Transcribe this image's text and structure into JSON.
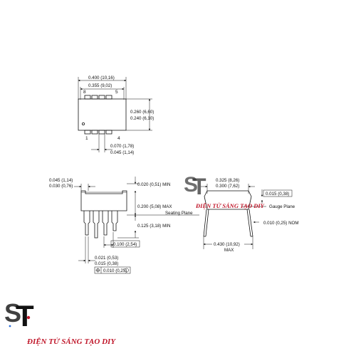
{
  "top_view": {
    "width_max": "0.400 (10,16)",
    "width_min": "0.355 (9,02)",
    "height_max": "0.260 (6,60)",
    "height_min": "0.240 (6,10)",
    "pin_8": "8",
    "pin_5": "5",
    "pin_1": "1",
    "pin_4": "4",
    "lead_width_max": "0.070 (1,78)",
    "lead_width_min": "0.045 (1,14)"
  },
  "side_view": {
    "end_max": "0.045 (1,14)",
    "end_min": "0.030 (0,76)",
    "standoff_min": "0.020 (0,51) MIN",
    "body_height_max": "0.200 (5,08) MAX",
    "seating_plane": "Seating Plane",
    "lead_length_min": "0.125 (3,18) MIN",
    "pitch": "0.100 (2,54)",
    "lead_dia_max": "0.021 (0,53)",
    "lead_dia_min": "0.015 (0,38)",
    "tolerance": "0.010 (0,25)"
  },
  "end_view": {
    "row_max": "0.325 (8,26)",
    "row_min": "0.300 (7,62)",
    "lead_thickness": "0.015 (0,38)",
    "gauge_plane": "Gauge Plane",
    "lead_nom": "0.010 (0,25) NOM",
    "spread_max": "0.430 (10,92)",
    "spread_label": "MAX"
  },
  "watermark": {
    "logo_letters": "ST",
    "brand": "ĐIỆN TỬ SÁNG TẠO DIY"
  },
  "colors": {
    "line": "#111111",
    "brand_red": "#c0182b",
    "brand_blue": "#2f6fd8"
  }
}
